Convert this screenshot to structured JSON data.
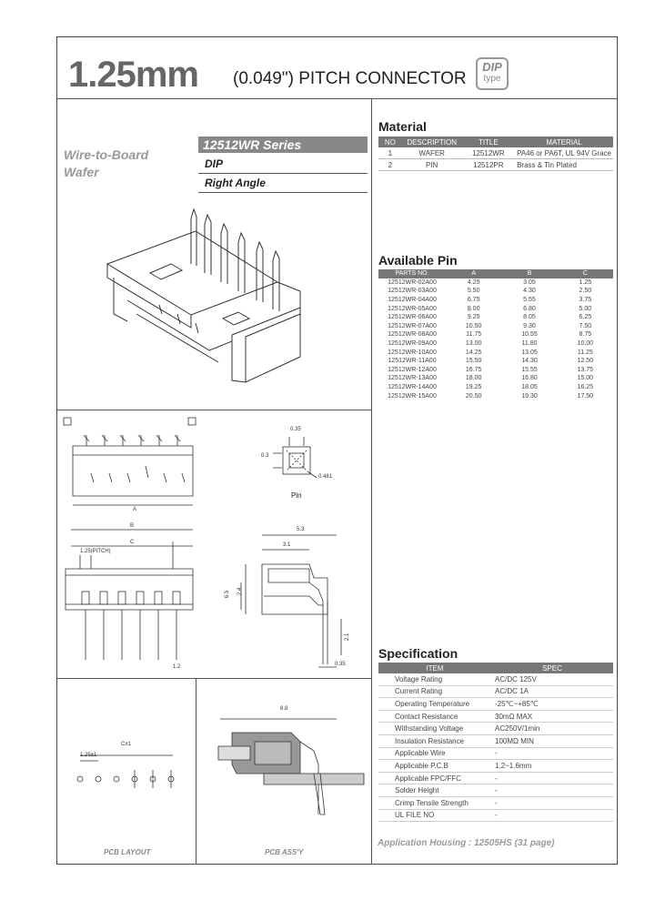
{
  "header": {
    "title_main": "1.25mm",
    "title_rest": "(0.049\") PITCH CONNECTOR",
    "badge_top": "DIP",
    "badge_bottom": "type"
  },
  "product": {
    "category_line1": "Wire-to-Board",
    "category_line2": "Wafer",
    "series": "12512WR Series",
    "type": "DIP",
    "orientation": "Right Angle"
  },
  "material": {
    "title": "Material",
    "headers": [
      "NO",
      "DESCRIPTION",
      "TITLE",
      "MATERIAL"
    ],
    "rows": [
      [
        "1",
        "WAFER",
        "12512WR",
        "PA46 or PA6T, UL 94V Grace"
      ],
      [
        "2",
        "PIN",
        "12512PR",
        "Brass & Tin Plated"
      ]
    ]
  },
  "available_pin": {
    "title": "Available Pin",
    "headers": [
      "PARTS NO.",
      "A",
      "B",
      "C"
    ],
    "rows": [
      [
        "12512WR-02A00",
        "4.25",
        "3.05",
        "1.25"
      ],
      [
        "12512WR-03A00",
        "5.50",
        "4.30",
        "2.50"
      ],
      [
        "12512WR-04A00",
        "6.75",
        "5.55",
        "3.75"
      ],
      [
        "12512WR-05A00",
        "8.00",
        "6.80",
        "5.00"
      ],
      [
        "12512WR-06A00",
        "9.25",
        "8.05",
        "6.25"
      ],
      [
        "12512WR-07A00",
        "10.50",
        "9.30",
        "7.50"
      ],
      [
        "12512WR-08A00",
        "11.75",
        "10.55",
        "8.75"
      ],
      [
        "12512WR-09A00",
        "13.00",
        "11.80",
        "10.00"
      ],
      [
        "12512WR-10A00",
        "14.25",
        "13.05",
        "11.25"
      ],
      [
        "12512WR-11A00",
        "15.50",
        "14.30",
        "12.50"
      ],
      [
        "12512WR-12A00",
        "16.75",
        "15.55",
        "13.75"
      ],
      [
        "12512WR-13A00",
        "18.00",
        "16.80",
        "15.00"
      ],
      [
        "12512WR-14A00",
        "19.25",
        "18.05",
        "16.25"
      ],
      [
        "12512WR-15A00",
        "20.50",
        "19.30",
        "17.50"
      ]
    ]
  },
  "specification": {
    "title": "Specification",
    "headers": [
      "ITEM",
      "SPEC"
    ],
    "rows": [
      [
        "Voltage Rating",
        "AC/DC 125V"
      ],
      [
        "Current Rating",
        "AC/DC 1A"
      ],
      [
        "Operating Temperature",
        "-25℃~+85℃"
      ],
      [
        "Contact Resistance",
        "30mΩ MAX"
      ],
      [
        "Withstanding Voltage",
        "AC250V/1min"
      ],
      [
        "Insulation Resistance",
        "100MΩ MIN"
      ],
      [
        "Applicable Wire",
        "-"
      ],
      [
        "Applicable P.C.B",
        "1.2~1.6mm"
      ],
      [
        "Applicable FPC/FFC",
        "-"
      ],
      [
        "Solder Height",
        "-"
      ],
      [
        "Crimp Tensile Strength",
        "-"
      ],
      [
        "UL FILE NO",
        "-"
      ]
    ]
  },
  "application_housing": "Application Housing : 12505HS (31 page)",
  "drawings": {
    "pin_label": "Pin",
    "pin_dim_top": "0.35",
    "pin_dim_side": "0.3",
    "pin_dim_diag": "0.481",
    "dim_a": "A",
    "dim_b": "B",
    "dim_c": "C",
    "dim_pitch": "1.25(PITCH)",
    "dim_53": "5.3",
    "dim_31": "3.1",
    "dim_65": "6.5",
    "dim_24": "2.4",
    "dim_21": "2.1",
    "dim_035": "0.35",
    "dim_12": "1.2",
    "dim_88": "8.8",
    "dim_c1": "C±1",
    "dim_125": "1.25±1",
    "pcb_layout": "PCB LAYOUT",
    "pcb_assy": "PCB ASS'Y"
  }
}
